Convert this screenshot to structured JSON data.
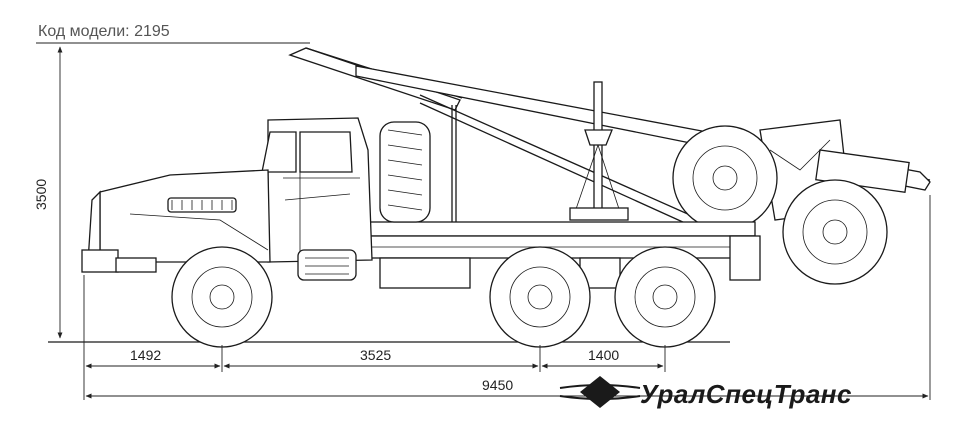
{
  "header": {
    "model_code": "Код модели: 2195"
  },
  "dimensions": {
    "height": "3500",
    "front_overhang": "1492",
    "wheelbase": "3525",
    "rear_bogie": "1400",
    "overall_length": "9450"
  },
  "brand": {
    "name": "УралСпецТранс"
  },
  "colors": {
    "line": "#1a1a1a",
    "background": "#ffffff"
  }
}
